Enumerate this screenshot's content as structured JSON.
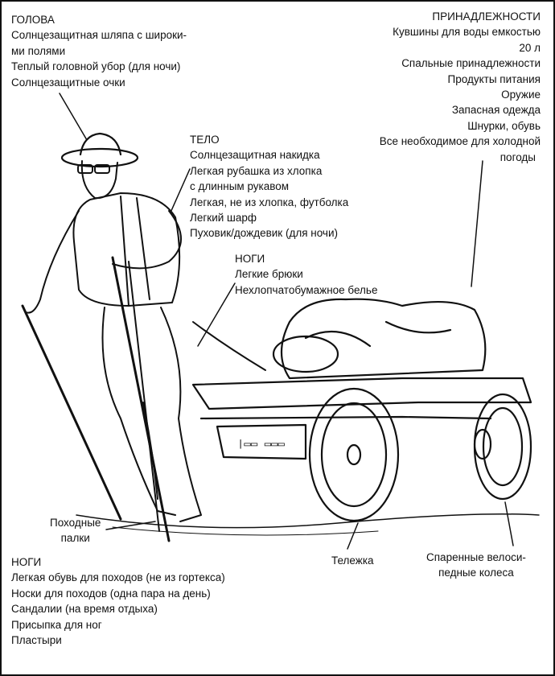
{
  "head": {
    "title": "ГОЛОВА",
    "lines": [
      "Солнцезащитная шляпа с широки-",
      "ми полями",
      "Теплый головной убор (для ночи)",
      "Солнцезащитные очки"
    ]
  },
  "belongings": {
    "title": "ПРИНАДЛЕЖНОСТИ",
    "lines": [
      "Кувшины для воды емкостью",
      "20 л",
      "Спальные принадлежности",
      "Продукты питания",
      "Оружие",
      "Запасная одежда",
      "Шнурки, обувь",
      "Все необходимое для холодной",
      "погоды"
    ]
  },
  "body": {
    "title": "ТЕЛО",
    "lines": [
      "Солнцезащитная накидка",
      "Легкая рубашка из хлопка",
      "с длинным рукавом",
      "Легкая, не из хлопка, футболка",
      "Легкий шарф",
      "Пуховик/дождевик (для ночи)"
    ]
  },
  "legs": {
    "title": "НОГИ",
    "lines": [
      "Легкие брюки",
      "Нехлопчатобумажное белье"
    ]
  },
  "poles": {
    "lines": [
      "Походные",
      "палки"
    ]
  },
  "cart": {
    "label": "Тележка"
  },
  "wheels": {
    "lines": [
      "Спаренные велоси-",
      "педные колеса"
    ]
  },
  "feet": {
    "title": "НОГИ",
    "lines": [
      "Легкая обувь для походов (не из гортекса)",
      "Носки для походов (одна пара на день)",
      "Сандалии (на время отдыха)",
      "Присыпка для ног",
      "Пластыри"
    ]
  },
  "colors": {
    "ink": "#111111",
    "paper": "#ffffff"
  }
}
